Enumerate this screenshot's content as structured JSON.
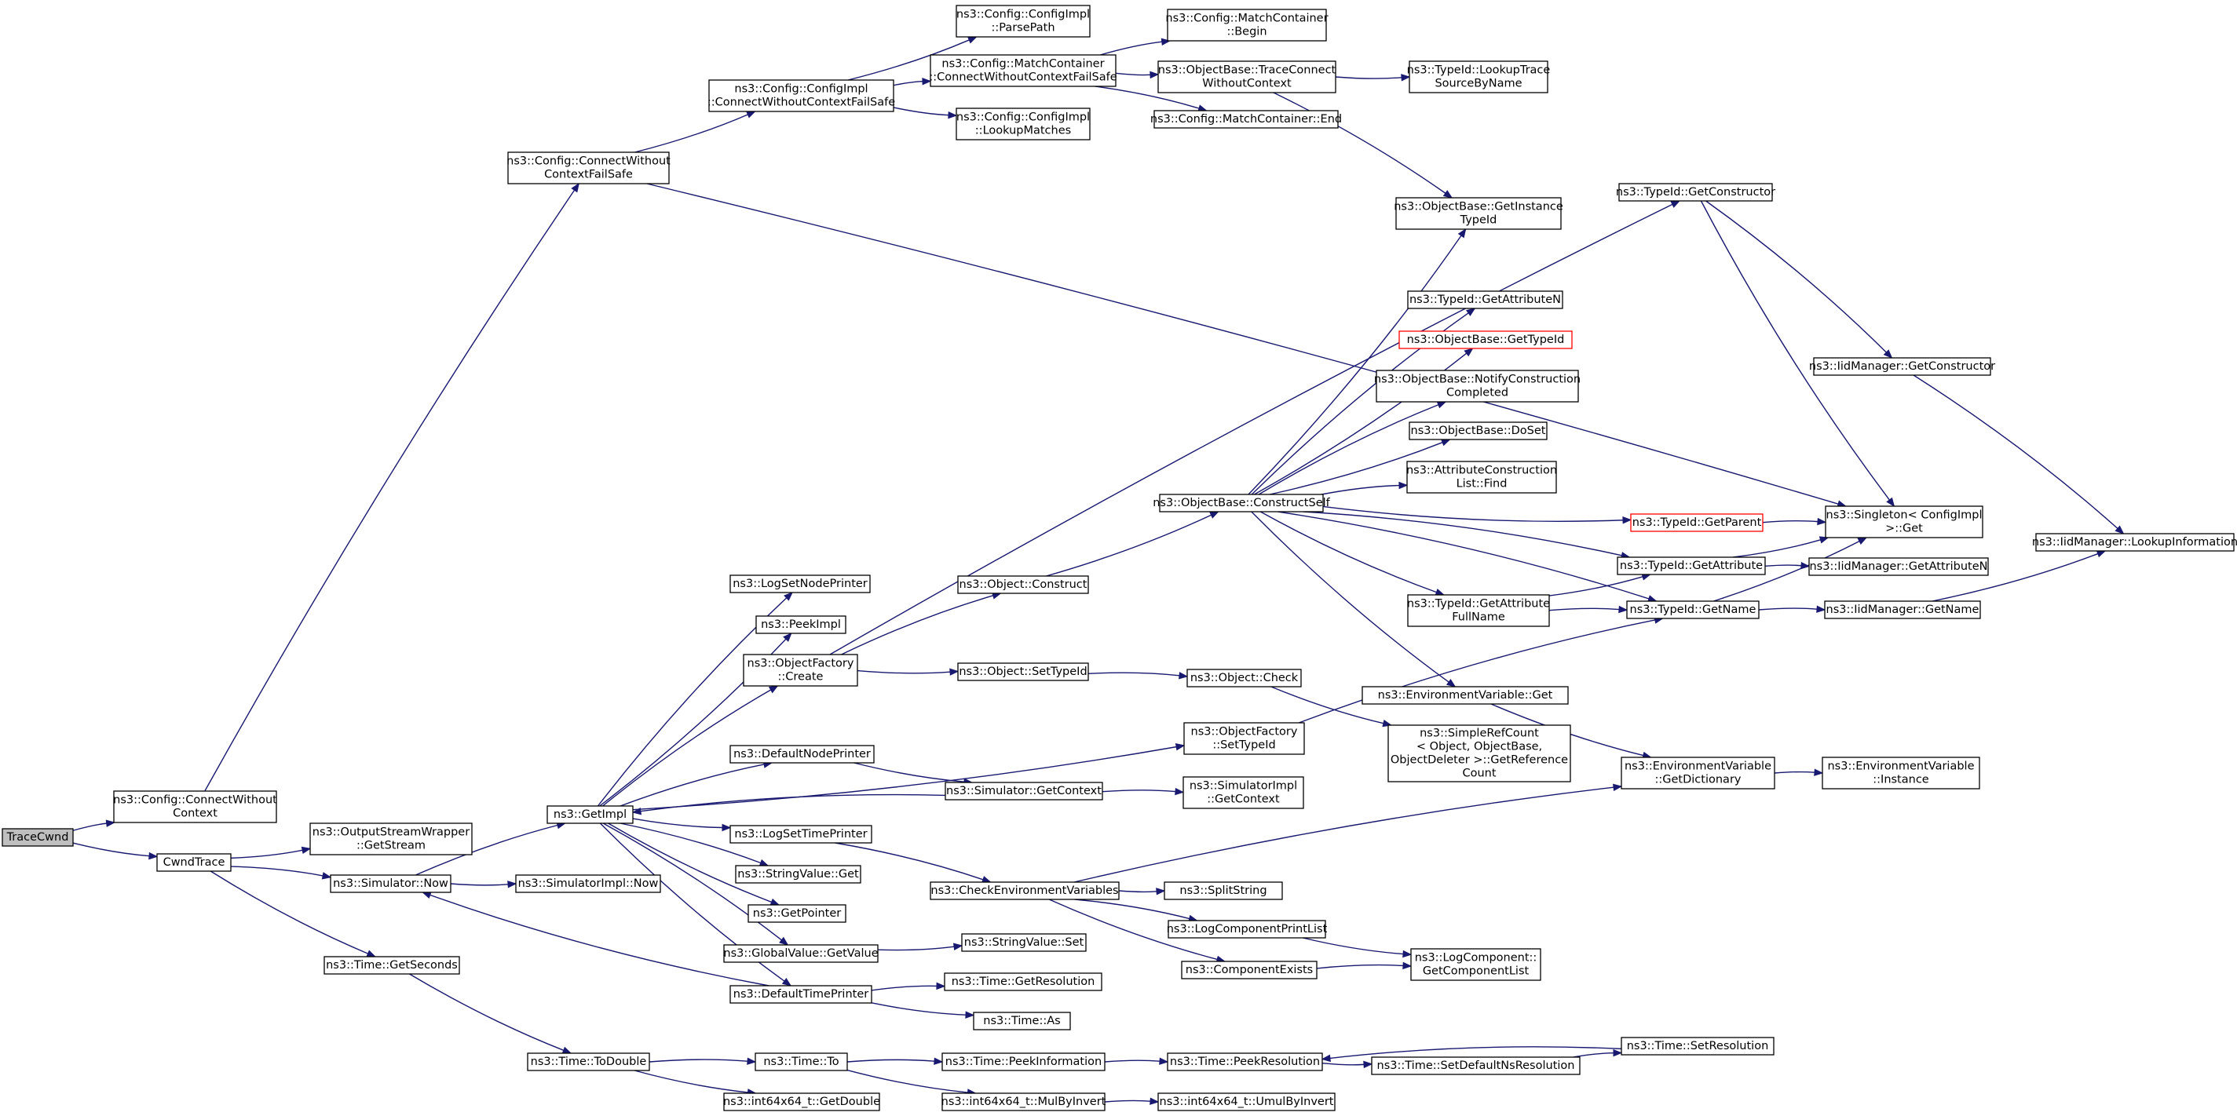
{
  "colors": {
    "edge": "#191970",
    "node_border": "#000000",
    "node_border_highlight": "#ff0000",
    "root_fill": "#bfbfbf"
  },
  "nodes": [
    {
      "id": "tracecwnd",
      "lines": [
        "TraceCwnd"
      ],
      "root": true
    },
    {
      "id": "cfg_connect",
      "lines": [
        "ns3::Config::ConnectWithout",
        "Context"
      ]
    },
    {
      "id": "cwndtrace",
      "lines": [
        "CwndTrace"
      ]
    },
    {
      "id": "cfg_connect_fs",
      "lines": [
        "ns3::Config::ConnectWithout",
        "ContextFailSafe"
      ]
    },
    {
      "id": "cfgimpl_connect_fs",
      "lines": [
        "ns3::Config::ConfigImpl",
        "::ConnectWithoutContextFailSafe"
      ]
    },
    {
      "id": "cfgimpl_parsepath",
      "lines": [
        "ns3::Config::ConfigImpl",
        "::ParsePath"
      ]
    },
    {
      "id": "mc_connect",
      "lines": [
        "ns3::Config::MatchContainer",
        "::ConnectWithoutContextFailSafe"
      ]
    },
    {
      "id": "cfgimpl_lookup",
      "lines": [
        "ns3::Config::ConfigImpl",
        "::LookupMatches"
      ]
    },
    {
      "id": "mc_begin",
      "lines": [
        "ns3::Config::MatchContainer",
        "::Begin"
      ]
    },
    {
      "id": "ob_traceconnect",
      "lines": [
        "ns3::ObjectBase::TraceConnect",
        "WithoutContext"
      ]
    },
    {
      "id": "mc_end",
      "lines": [
        "ns3::Config::MatchContainer::End"
      ]
    },
    {
      "id": "tid_lookuptrace",
      "lines": [
        "ns3::TypeId::LookupTrace",
        "SourceByName"
      ]
    },
    {
      "id": "ob_getinstance",
      "lines": [
        "ns3::ObjectBase::GetInstance",
        "TypeId"
      ]
    },
    {
      "id": "tid_getconstructor",
      "lines": [
        "ns3::TypeId::GetConstructor"
      ]
    },
    {
      "id": "iid_getconstructor",
      "lines": [
        "ns3::IidManager::GetConstructor"
      ]
    },
    {
      "id": "iid_lookupinfo",
      "lines": [
        "ns3::IidManager::LookupInformation"
      ]
    },
    {
      "id": "singleton_get",
      "lines": [
        "ns3::Singleton< ConfigImpl",
        ">::Get"
      ]
    },
    {
      "id": "tid_getattrn",
      "lines": [
        "ns3::TypeId::GetAttributeN"
      ]
    },
    {
      "id": "ob_gettypeid",
      "lines": [
        "ns3::ObjectBase::GetTypeId"
      ],
      "red": true
    },
    {
      "id": "ob_notify",
      "lines": [
        "ns3::ObjectBase::NotifyConstruction",
        "Completed"
      ]
    },
    {
      "id": "ob_doset",
      "lines": [
        "ns3::ObjectBase::DoSet"
      ]
    },
    {
      "id": "acl_find",
      "lines": [
        "ns3::AttributeConstruction",
        "List::Find"
      ]
    },
    {
      "id": "ob_constructself",
      "lines": [
        "ns3::ObjectBase::ConstructSelf"
      ]
    },
    {
      "id": "tid_getparent",
      "lines": [
        "ns3::TypeId::GetParent"
      ],
      "red": true
    },
    {
      "id": "tid_getattribute",
      "lines": [
        "ns3::TypeId::GetAttribute"
      ]
    },
    {
      "id": "iid_getattrn",
      "lines": [
        "ns3::IidManager::GetAttributeN"
      ]
    },
    {
      "id": "tid_getattrfull",
      "lines": [
        "ns3::TypeId::GetAttribute",
        "FullName"
      ]
    },
    {
      "id": "tid_getname",
      "lines": [
        "ns3::TypeId::GetName"
      ]
    },
    {
      "id": "iid_getname",
      "lines": [
        "ns3::IidManager::GetName"
      ]
    },
    {
      "id": "logsetnodeprinter",
      "lines": [
        "ns3::LogSetNodePrinter"
      ]
    },
    {
      "id": "peekimpl",
      "lines": [
        "ns3::PeekImpl"
      ]
    },
    {
      "id": "obj_construct",
      "lines": [
        "ns3::Object::Construct"
      ]
    },
    {
      "id": "of_create",
      "lines": [
        "ns3::ObjectFactory",
        "::Create"
      ]
    },
    {
      "id": "obj_settypeid",
      "lines": [
        "ns3::Object::SetTypeId"
      ]
    },
    {
      "id": "obj_check",
      "lines": [
        "ns3::Object::Check"
      ]
    },
    {
      "id": "envvar_get",
      "lines": [
        "ns3::EnvironmentVariable::Get"
      ]
    },
    {
      "id": "of_settypeid",
      "lines": [
        "ns3::ObjectFactory",
        "::SetTypeId"
      ]
    },
    {
      "id": "simplerefcount",
      "lines": [
        "ns3::SimpleRefCount",
        "< Object, ObjectBase,",
        "ObjectDeleter >::GetReference",
        "Count"
      ]
    },
    {
      "id": "envvar_getdict",
      "lines": [
        "ns3::EnvironmentVariable",
        "::GetDictionary"
      ]
    },
    {
      "id": "envvar_instance",
      "lines": [
        "ns3::EnvironmentVariable",
        "::Instance"
      ]
    },
    {
      "id": "defaultnodeprinter",
      "lines": [
        "ns3::DefaultNodePrinter"
      ]
    },
    {
      "id": "sim_getcontext",
      "lines": [
        "ns3::Simulator::GetContext"
      ]
    },
    {
      "id": "simimpl_getcontext",
      "lines": [
        "ns3::SimulatorImpl",
        "::GetContext"
      ]
    },
    {
      "id": "getimpl",
      "lines": [
        "ns3::GetImpl"
      ]
    },
    {
      "id": "osw_getstream",
      "lines": [
        "ns3::OutputStreamWrapper",
        "::GetStream"
      ]
    },
    {
      "id": "logsettimeprinter",
      "lines": [
        "ns3::LogSetTimePrinter"
      ]
    },
    {
      "id": "stringvalue_get",
      "lines": [
        "ns3::StringValue::Get"
      ]
    },
    {
      "id": "sim_now",
      "lines": [
        "ns3::Simulator::Now"
      ]
    },
    {
      "id": "simimpl_now",
      "lines": [
        "ns3::SimulatorImpl::Now"
      ]
    },
    {
      "id": "checkenv",
      "lines": [
        "ns3::CheckEnvironmentVariables"
      ]
    },
    {
      "id": "splitstring",
      "lines": [
        "ns3::SplitString"
      ]
    },
    {
      "id": "getpointer",
      "lines": [
        "ns3::GetPointer"
      ]
    },
    {
      "id": "logcompprintlist",
      "lines": [
        "ns3::LogComponentPrintList"
      ]
    },
    {
      "id": "gv_getvalue",
      "lines": [
        "ns3::GlobalValue::GetValue"
      ]
    },
    {
      "id": "stringvalue_set",
      "lines": [
        "ns3::StringValue::Set"
      ]
    },
    {
      "id": "componentexists",
      "lines": [
        "ns3::ComponentExists"
      ]
    },
    {
      "id": "lc_getcomplist",
      "lines": [
        "ns3::LogComponent::",
        "GetComponentList"
      ]
    },
    {
      "id": "time_getseconds",
      "lines": [
        "ns3::Time::GetSeconds"
      ]
    },
    {
      "id": "defaulttimeprinter",
      "lines": [
        "ns3::DefaultTimePrinter"
      ]
    },
    {
      "id": "time_getres",
      "lines": [
        "ns3::Time::GetResolution"
      ]
    },
    {
      "id": "time_as",
      "lines": [
        "ns3::Time::As"
      ]
    },
    {
      "id": "time_todouble",
      "lines": [
        "ns3::Time::ToDouble"
      ]
    },
    {
      "id": "time_to",
      "lines": [
        "ns3::Time::To"
      ]
    },
    {
      "id": "time_peekinfo",
      "lines": [
        "ns3::Time::PeekInformation"
      ]
    },
    {
      "id": "time_peekres",
      "lines": [
        "ns3::Time::PeekResolution"
      ]
    },
    {
      "id": "time_setdefaultns",
      "lines": [
        "ns3::Time::SetDefaultNsResolution"
      ]
    },
    {
      "id": "time_setres",
      "lines": [
        "ns3::Time::SetResolution"
      ]
    },
    {
      "id": "int64_getdouble",
      "lines": [
        "ns3::int64x64_t::GetDouble"
      ]
    },
    {
      "id": "int64_mulbyinvert",
      "lines": [
        "ns3::int64x64_t::MulByInvert"
      ]
    },
    {
      "id": "int64_umulbyinvert",
      "lines": [
        "ns3::int64x64_t::UmulByInvert"
      ]
    }
  ],
  "edges": [
    [
      "tracecwnd",
      "cfg_connect"
    ],
    [
      "tracecwnd",
      "cwndtrace"
    ],
    [
      "cfg_connect",
      "cfg_connect_fs"
    ],
    [
      "cfg_connect_fs",
      "cfgimpl_connect_fs"
    ],
    [
      "cfg_connect_fs",
      "singleton_get"
    ],
    [
      "cfgimpl_connect_fs",
      "cfgimpl_parsepath"
    ],
    [
      "cfgimpl_connect_fs",
      "mc_connect"
    ],
    [
      "cfgimpl_connect_fs",
      "cfgimpl_lookup"
    ],
    [
      "mc_connect",
      "mc_begin"
    ],
    [
      "mc_connect",
      "ob_traceconnect"
    ],
    [
      "mc_connect",
      "mc_end"
    ],
    [
      "ob_traceconnect",
      "tid_lookuptrace"
    ],
    [
      "ob_traceconnect",
      "ob_getinstance"
    ],
    [
      "cwndtrace",
      "osw_getstream"
    ],
    [
      "cwndtrace",
      "sim_now"
    ],
    [
      "cwndtrace",
      "time_getseconds"
    ],
    [
      "sim_now",
      "getimpl"
    ],
    [
      "sim_now",
      "simimpl_now"
    ],
    [
      "getimpl",
      "logsetnodeprinter"
    ],
    [
      "getimpl",
      "peekimpl"
    ],
    [
      "getimpl",
      "of_create"
    ],
    [
      "getimpl",
      "of_settypeid"
    ],
    [
      "getimpl",
      "defaultnodeprinter"
    ],
    [
      "getimpl",
      "logsettimeprinter"
    ],
    [
      "getimpl",
      "stringvalue_get"
    ],
    [
      "getimpl",
      "getpointer"
    ],
    [
      "getimpl",
      "gv_getvalue"
    ],
    [
      "getimpl",
      "defaulttimeprinter"
    ],
    [
      "of_create",
      "obj_construct"
    ],
    [
      "of_create",
      "obj_settypeid"
    ],
    [
      "of_create",
      "tid_getconstructor"
    ],
    [
      "obj_construct",
      "ob_constructself"
    ],
    [
      "obj_settypeid",
      "obj_check"
    ],
    [
      "obj_check",
      "simplerefcount"
    ],
    [
      "of_settypeid",
      "tid_getname"
    ],
    [
      "defaultnodeprinter",
      "sim_getcontext"
    ],
    [
      "sim_getcontext",
      "simimpl_getcontext"
    ],
    [
      "sim_getcontext",
      "getimpl"
    ],
    [
      "logsettimeprinter",
      "checkenv"
    ],
    [
      "checkenv",
      "splitstring"
    ],
    [
      "checkenv",
      "logcompprintlist"
    ],
    [
      "checkenv",
      "componentexists"
    ],
    [
      "checkenv",
      "envvar_getdict"
    ],
    [
      "logcompprintlist",
      "lc_getcomplist"
    ],
    [
      "componentexists",
      "lc_getcomplist"
    ],
    [
      "gv_getvalue",
      "stringvalue_set"
    ],
    [
      "defaulttimeprinter",
      "time_getres"
    ],
    [
      "defaulttimeprinter",
      "time_as"
    ],
    [
      "defaulttimeprinter",
      "sim_now"
    ],
    [
      "time_getseconds",
      "time_todouble"
    ],
    [
      "time_todouble",
      "time_to"
    ],
    [
      "time_todouble",
      "int64_getdouble"
    ],
    [
      "time_to",
      "time_peekinfo"
    ],
    [
      "time_to",
      "int64_mulbyinvert"
    ],
    [
      "time_peekinfo",
      "time_peekres"
    ],
    [
      "time_peekres",
      "time_setdefaultns"
    ],
    [
      "time_setdefaultns",
      "time_setres"
    ],
    [
      "time_setres",
      "time_peekres"
    ],
    [
      "int64_mulbyinvert",
      "int64_umulbyinvert"
    ],
    [
      "ob_constructself",
      "ob_getinstance"
    ],
    [
      "ob_constructself",
      "tid_getattrn"
    ],
    [
      "ob_constructself",
      "ob_gettypeid"
    ],
    [
      "ob_constructself",
      "ob_notify"
    ],
    [
      "ob_constructself",
      "ob_doset"
    ],
    [
      "ob_constructself",
      "acl_find"
    ],
    [
      "ob_constructself",
      "tid_getparent"
    ],
    [
      "ob_constructself",
      "tid_getattribute"
    ],
    [
      "ob_constructself",
      "tid_getattrfull"
    ],
    [
      "ob_constructself",
      "tid_getname"
    ],
    [
      "ob_constructself",
      "envvar_get"
    ],
    [
      "tid_getparent",
      "singleton_get"
    ],
    [
      "tid_getattribute",
      "singleton_get"
    ],
    [
      "tid_getattribute",
      "iid_getattrn"
    ],
    [
      "tid_getattrfull",
      "tid_getattribute"
    ],
    [
      "tid_getattrfull",
      "tid_getname"
    ],
    [
      "tid_getname",
      "singleton_get"
    ],
    [
      "tid_getname",
      "iid_getname"
    ],
    [
      "iid_getname",
      "iid_lookupinfo"
    ],
    [
      "tid_getconstructor",
      "iid_getconstructor"
    ],
    [
      "tid_getconstructor",
      "singleton_get"
    ],
    [
      "iid_getconstructor",
      "iid_lookupinfo"
    ],
    [
      "envvar_get",
      "envvar_getdict"
    ],
    [
      "envvar_getdict",
      "envvar_instance"
    ]
  ]
}
